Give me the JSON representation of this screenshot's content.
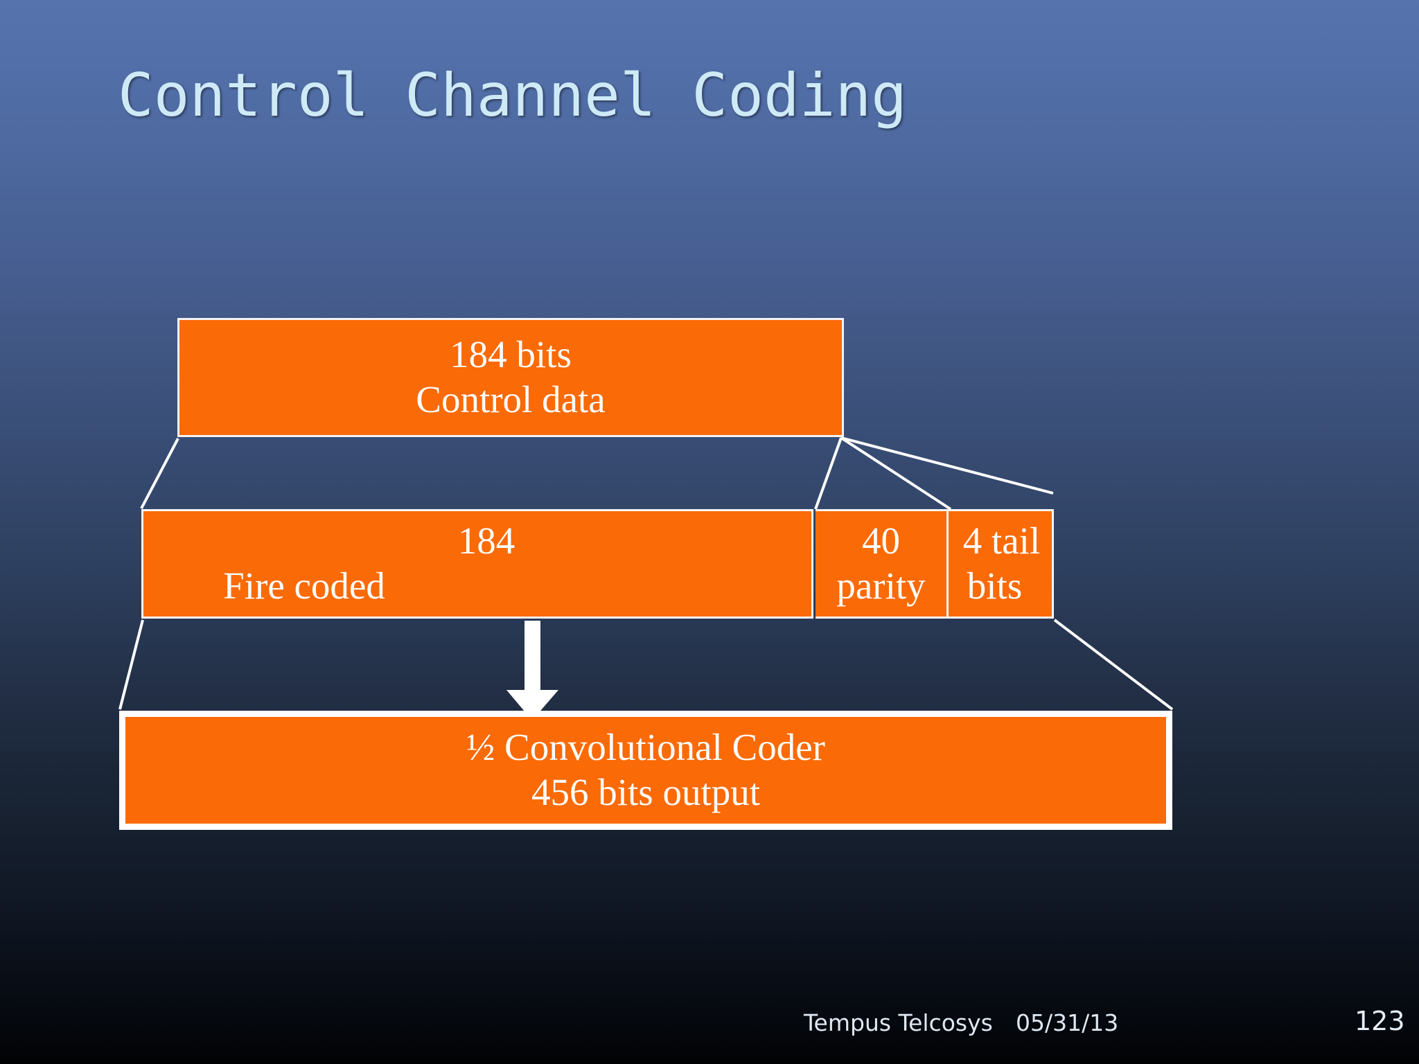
{
  "slide": {
    "title": "Control Channel Coding",
    "title_color": "#cfeaf7",
    "accent_color": "#fa6a06",
    "line_color": "#ffffff",
    "background_top_color": "#5673ae",
    "background_bottom_color": "#010204"
  },
  "diagram": {
    "type": "block-flow",
    "boxes": [
      {
        "id": "control-data",
        "line1": "184 bits",
        "line2": "Control data",
        "row": 1
      },
      {
        "id": "fire-coded",
        "line1": "184",
        "line2": "Fire coded",
        "row": 2
      },
      {
        "id": "parity",
        "line1": "40",
        "line2": "parity",
        "row": 2
      },
      {
        "id": "tail-bits",
        "line1": "4 tail",
        "line2": "bits",
        "row": 2
      },
      {
        "id": "conv-coder",
        "line1": "½ Convolutional Coder",
        "line2": "456 bits output",
        "row": 3
      }
    ],
    "arrow": {
      "id": "down-arrow",
      "direction": "down",
      "from": "fire-coded",
      "to": "conv-coder"
    }
  },
  "footer": {
    "credit": "Tempus Telcosys",
    "date": "05/31/13",
    "page_number": "123"
  }
}
